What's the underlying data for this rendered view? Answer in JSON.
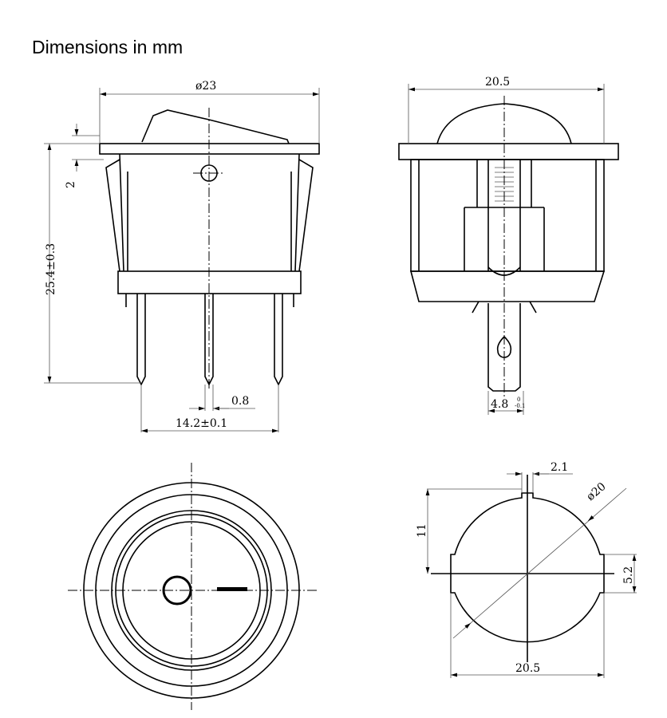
{
  "title": "Dimensions in mm",
  "front_view": {
    "diameter": "ø23",
    "height": "25.4±0.3",
    "flange": "2",
    "pin_width": "0.8",
    "pin_span": "14.2±0.1"
  },
  "side_view": {
    "width": "20.5",
    "tab_width": "4.8",
    "tab_tol_upper": "0",
    "tab_tol_lower": "-0.1"
  },
  "cutout_view": {
    "notch": "2.1",
    "diameter": "ø20",
    "height": "11",
    "flat": "5.2",
    "width": "20.5"
  }
}
